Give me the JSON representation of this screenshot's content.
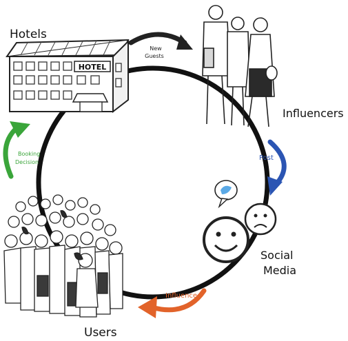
{
  "nodes": {
    "hotels": {
      "label": "Hotels",
      "sign": "HOTEL"
    },
    "influencers": {
      "label": "Influencers"
    },
    "social_media": {
      "label_line1": "Social",
      "label_line2": "Media"
    },
    "users": {
      "label": "Users"
    }
  },
  "edges": {
    "new_guests": {
      "line1": "New",
      "line2": "Guests",
      "color": "#222222"
    },
    "post": {
      "label": "Post",
      "color": "#2b55b3"
    },
    "influence": {
      "label": "Influence",
      "color": "#e2632a"
    },
    "booking_decision": {
      "line1": "Booking",
      "line2": "Decision",
      "color": "#3aa53a"
    }
  },
  "icons": [
    "hotel-building-icon",
    "influencers-group-icon",
    "twitter-bird-icon",
    "happy-face-icon",
    "sad-face-icon",
    "users-crowd-icon"
  ]
}
